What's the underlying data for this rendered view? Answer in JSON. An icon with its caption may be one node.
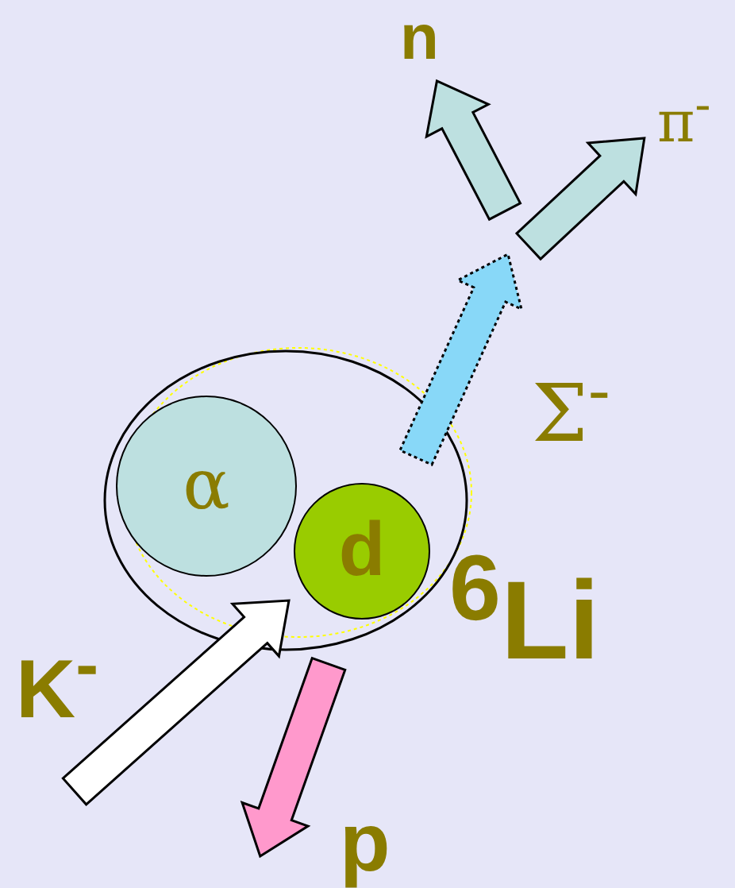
{
  "diagram": {
    "nodes": [
      {
        "text": [],
        "shape": "circle",
        "beside": [
          "$^{6}$Li"
        ]
      },
      {
        "text": [
          "α"
        ],
        "in": 0
      },
      {
        "text": [
          "d"
        ],
        "in": 0
      },
      {
        "text": [
          "K$^{-}$"
        ]
      },
      {
        "text": [
          "p"
        ]
      },
      {
        "text": [
          "n"
        ]
      },
      {
        "text": [
          "π$^{-}$"
        ]
      }
    ],
    "edges": [
      {
        "from": 3,
        "to": 0,
        "arrow": "to",
        "color": "#ffffff"
      },
      {
        "from": 0,
        "to": 4,
        "arrow": "to",
        "color": "#ff99cc"
      },
      {
        "from": 0,
        "to": null,
        "arrow": "to",
        "label": "Σ$^{-}$",
        "style": "dashed",
        "color": "#88d8f8"
      },
      {
        "from": null,
        "to": 5,
        "arrow": "to",
        "color": "#bde0e0"
      },
      {
        "from": null,
        "to": 6,
        "arrow": "to",
        "color": "#bde0e0"
      }
    ]
  }
}
